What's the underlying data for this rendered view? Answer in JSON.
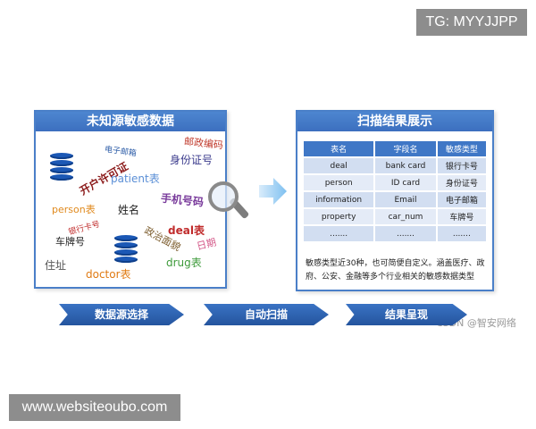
{
  "watermarks": {
    "top": "TG: MYYJJPP",
    "bottom": "www.websiteoubo.com",
    "csdn": "CSDN @智安网络"
  },
  "left_panel": {
    "title": "未知源敏感数据",
    "words": [
      {
        "text": "电子邮箱",
        "color": "#2f5ea8"
      },
      {
        "text": "邮政编码",
        "color": "#c0392b"
      },
      {
        "text": "开户许可证",
        "color": "#8b1a1a"
      },
      {
        "text": "patient表",
        "color": "#5b8fd6"
      },
      {
        "text": "身份证号",
        "color": "#3a3a8c"
      },
      {
        "text": "手机号码",
        "color": "#7a3c9c"
      },
      {
        "text": "person表",
        "color": "#e08a1e"
      },
      {
        "text": "姓名",
        "color": "#222222"
      },
      {
        "text": "银行卡号",
        "color": "#c02b2b"
      },
      {
        "text": "车牌号",
        "color": "#222222"
      },
      {
        "text": "政治面貌",
        "color": "#7a5a2a"
      },
      {
        "text": "deal表",
        "color": "#c02b2b"
      },
      {
        "text": "日期",
        "color": "#d45a8a"
      },
      {
        "text": "drug表",
        "color": "#3d9a3a"
      },
      {
        "text": "住址",
        "color": "#555555"
      },
      {
        "text": "doctor表",
        "color": "#e07a12"
      }
    ]
  },
  "right_panel": {
    "title": "扫描结果展示",
    "columns": [
      "表名",
      "字段名",
      "敏感类型"
    ],
    "rows": [
      [
        "deal",
        "bank card",
        "银行卡号"
      ],
      [
        "person",
        "ID card",
        "身份证号"
      ],
      [
        "information",
        "Email",
        "电子邮箱"
      ],
      [
        "property",
        "car_num",
        "车牌号"
      ],
      [
        ".......",
        ".......",
        "......."
      ]
    ],
    "description_lines": [
      "敏感类型近30种，也可简便自定义。涵盖医疗、政",
      "府、公安、金融等多个行业相关的敏感数据类型"
    ]
  },
  "steps": [
    "数据源选择",
    "自动扫描",
    "结果呈现"
  ],
  "colors": {
    "accent": "#3c6fbf",
    "table_header": "#3f77c6",
    "database": "#1b58b5"
  }
}
